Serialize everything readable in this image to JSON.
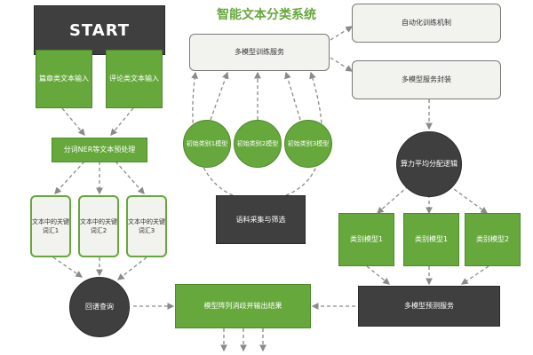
{
  "title": "智能文本分类系统",
  "start": "START",
  "inputs": [
    "篇章类文本输入",
    "评论类文本输入"
  ],
  "preprocess": "分词NER等文本预处理",
  "keywords": [
    "文本中的关键词汇1",
    "文本中的关键词汇2",
    "文本中的关键词汇3"
  ],
  "lookup": "回谱查询",
  "vote": "模型阵列消歧并输出结果",
  "multi_train": "多模型训练服务",
  "init_models": [
    "初始类别1模型",
    "初始类别2模型",
    "初始类别3模型"
  ],
  "corpus": "语料采集与筛选",
  "auto_train": "自动化训练机制",
  "encapsulate": "多模型服务封装",
  "allocator": "算力平均分配逻辑",
  "class_models": [
    "类别模型1",
    "类别模型1",
    "类别模型2"
  ],
  "predict": "多模型预测服务",
  "colors": {
    "green": "#66a83c",
    "dark": "#3f3f3f",
    "light": "#f2f2ee"
  }
}
